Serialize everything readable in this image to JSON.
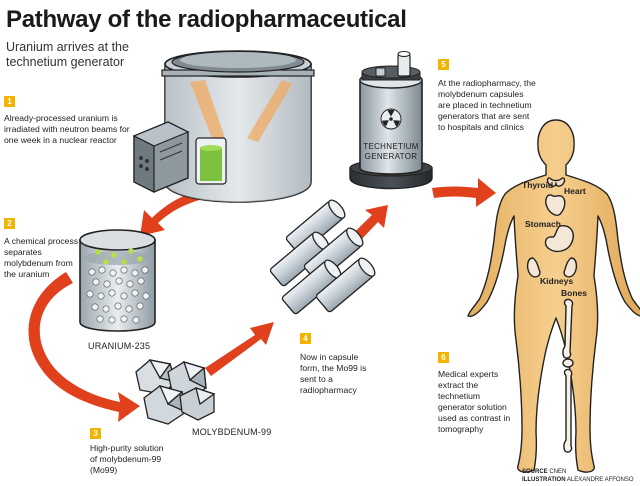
{
  "title": "Pathway of the radiopharmaceutical",
  "subtitle": "Uranium arrives at the technetium generator",
  "steps": [
    {
      "num": "1",
      "text": "Already-processed uranium is irradiated with neutron beams for one week in a nuclear reactor"
    },
    {
      "num": "2",
      "text": "A chemical process separates molybdenum from the uranium"
    },
    {
      "num": "3",
      "text": "High-purity solution of molybdenum-99 (Mo99)"
    },
    {
      "num": "4",
      "text": "Now in capsule form, the Mo99 is sent to a radiopharmacy"
    },
    {
      "num": "5",
      "text": "At the radiopharmacy, the molybdenum capsules are placed in technetium generators that are sent to hospitals and clinics"
    },
    {
      "num": "6",
      "text": "Medical experts extract the technetium generator solution used as contrast in tomography"
    }
  ],
  "labels": {
    "uranium": "URANIUM-235",
    "molybdenum": "MOLYBDENUM-99",
    "generator_line1": "TECHNETIUM",
    "generator_line2": "GENERATOR"
  },
  "organs": {
    "thyroid": "Thyroid",
    "heart": "Heart",
    "stomach": "Stomach",
    "kidneys": "Kidneys",
    "bones": "Bones"
  },
  "credits": {
    "source_label": "SOURCE",
    "source_value": "CNEN",
    "illustration_label": "ILLUSTRATION",
    "illustration_value": "ALEXANDRE AFFONSO"
  },
  "colors": {
    "arrow": "#e0401b",
    "badge": "#f2b400",
    "skin": "#f0c27a",
    "metal": "#b9c4cc"
  }
}
